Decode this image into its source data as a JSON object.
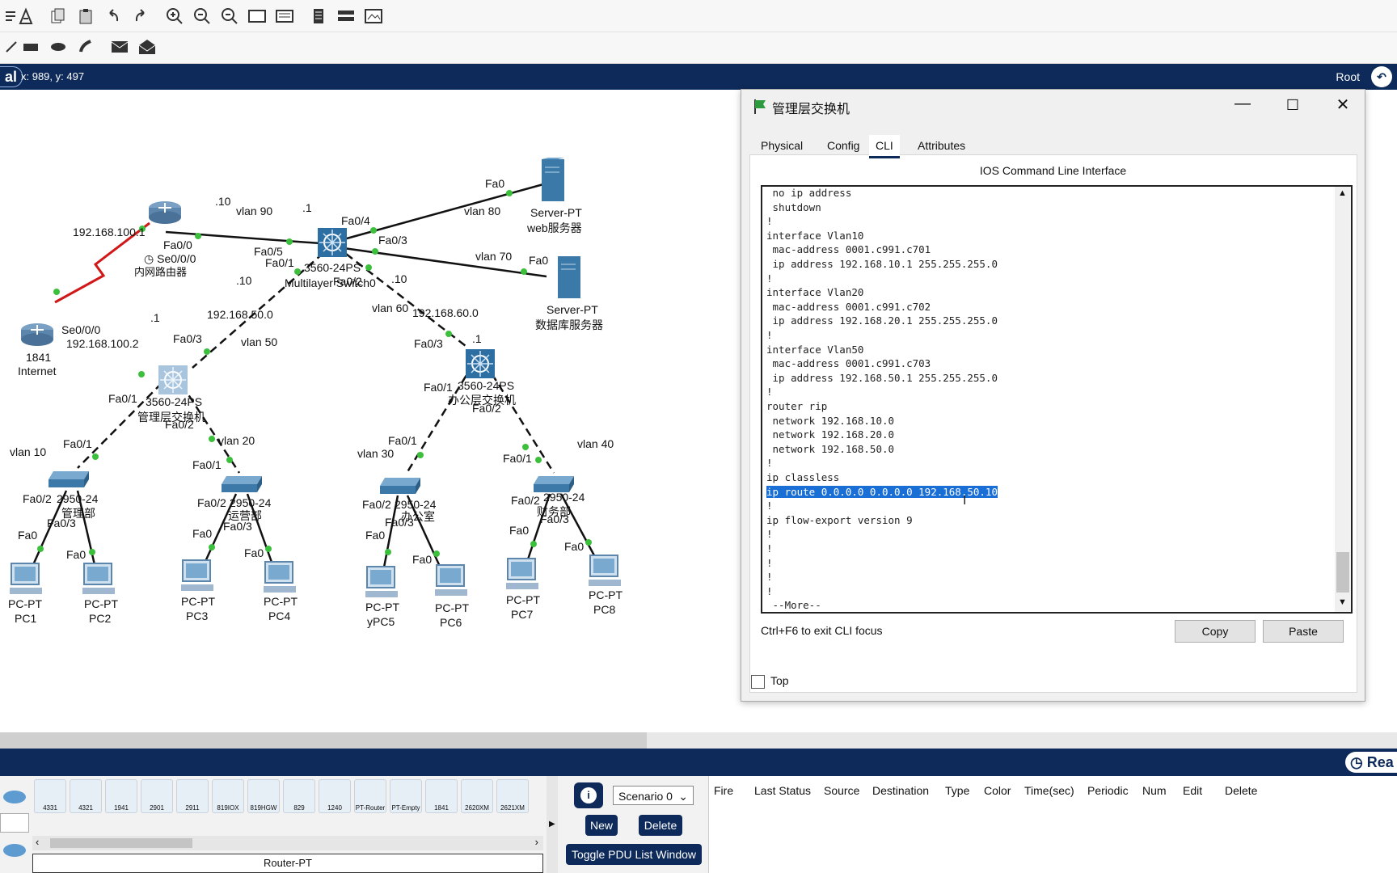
{
  "status": {
    "mode": "al",
    "coords": "x: 989, y: 497",
    "root": "Root"
  },
  "bottom_tray": {
    "devices": [
      "4331",
      "4321",
      "1941",
      "2901",
      "2911",
      "819IOX",
      "819HGW",
      "829",
      "1240",
      "PT-Router",
      "PT-Empty",
      "1841",
      "2620XM",
      "2621XM"
    ],
    "selected_device": "Router-PT",
    "scenario": "Scenario 0",
    "new_label": "New",
    "delete_label": "Delete",
    "toggle_label": "Toggle PDU List Window",
    "columns": [
      "Fire",
      "Last Status",
      "Source",
      "Destination",
      "Type",
      "Color",
      "Time(sec)",
      "Periodic",
      "Num",
      "Edit",
      "Delete"
    ],
    "realtime": "Rea"
  },
  "dialog": {
    "title": "管理层交换机",
    "tabs": [
      "Physical",
      "Config",
      "CLI",
      "Attributes"
    ],
    "active_tab": "CLI",
    "heading": "IOS Command Line Interface",
    "cli_lines": [
      " no ip address",
      " shutdown",
      "!",
      "interface Vlan10",
      " mac-address 0001.c991.c701",
      " ip address 192.168.10.1 255.255.255.0",
      "!",
      "interface Vlan20",
      " mac-address 0001.c991.c702",
      " ip address 192.168.20.1 255.255.255.0",
      "!",
      "interface Vlan50",
      " mac-address 0001.c991.c703",
      " ip address 192.168.50.1 255.255.255.0",
      "!",
      "router rip",
      " network 192.168.10.0",
      " network 192.168.20.0",
      " network 192.168.50.0",
      "!",
      "ip classless",
      "ip route 0.0.0.0 0.0.0.0 192.168.50.10",
      "!",
      "ip flow-export version 9",
      "!",
      "!",
      "!",
      "!",
      "!",
      " --More--"
    ],
    "hint": "Ctrl+F6 to exit CLI focus",
    "copy_label": "Copy",
    "paste_label": "Paste",
    "top_label": "Top"
  },
  "topology": {
    "labels": {
      "ip_100_1": "192.168.100.1",
      "ip_100_2": "192.168.100.2",
      "se_000_a": "Se0/0/0",
      "se_000_b": "Se0/0/0",
      "r1841": "1841",
      "internet": "Internet",
      "fa00_r": "Fa0/0",
      "router_name": "内网路由器",
      "dot10_a": ".10",
      "vlan90": "vlan 90",
      "dot1_a": ".1",
      "fa04": "Fa0/4",
      "fa05": "Fa0/5",
      "fa01_core": "Fa0/1",
      "fa03_core": "Fa0/3",
      "fa02_core": "Fa0/2",
      "core_model": "3560-24PS",
      "core_name": "Multilayer Switch0",
      "dot10_b": ".10",
      "dot10_c": ".10",
      "vlan80": "vlan 80",
      "fa0_web": "Fa0",
      "server_web": "Server-PT",
      "server_web_name": "web服务器",
      "vlan70": "vlan 70",
      "fa0_db": "Fa0",
      "server_db": "Server-PT",
      "server_db_name": "数据库服务器",
      "dot1_b": ".1",
      "net_50": "192.168.50.0",
      "fa03_mgmt": "Fa0/3",
      "vlan50": "vlan 50",
      "mgmt_model": "3560-24PS",
      "mgmt_name": "管理层交换机",
      "fa01_mgmt": "Fa0/1",
      "fa02_mgmt": "Fa0/2",
      "vlan60": "vlan 60",
      "net_60": "192.168.60.0",
      "fa03_off": "Fa0/3",
      "dot1_c": ".1",
      "off_model": "3560-24PS",
      "off_name": "办公层交换机",
      "fa01_off": "Fa0/1",
      "fa02_off": "Fa0/2",
      "vlan10": "vlan 10",
      "vlan20": "vlan 20",
      "vlan30": "vlan 30",
      "vlan40": "vlan 40",
      "fa01_s1": "Fa0/1",
      "fa02_s1": "Fa0/2",
      "fa03_s1": "Fa0/3",
      "s1_model": "2950-24",
      "s1_name": "管理部",
      "fa01_s2": "Fa0/1",
      "fa02_s2": "Fa0/2",
      "fa03_s2": "Fa0/3",
      "s2_model": "2950-24",
      "s2_name": "运营部",
      "fa01_s3": "Fa0/1",
      "fa02_s3": "Fa0/2",
      "fa03_s3": "Fa0/3",
      "s3_model": "2950-24",
      "s3_name": "办公室",
      "fa01_s4": "Fa0/1",
      "fa02_s4": "Fa0/2",
      "fa03_s4": "Fa0/3",
      "s4_model": "2950-24",
      "s4_name": "财务部",
      "pc_fa": "Fa0",
      "pc_type": "PC-PT",
      "pc1": "PC1",
      "pc2": "PC2",
      "pc3": "PC3",
      "pc4": "PC4",
      "pc5": "yPC5",
      "pc6": "PC6",
      "pc7": "PC7",
      "pc8": "PC8"
    }
  },
  "colors": {
    "navy": "#0d2a5a",
    "selection": "#1a6fd6",
    "serial_link": "#d01818",
    "port_up": "#3cbf3c"
  }
}
